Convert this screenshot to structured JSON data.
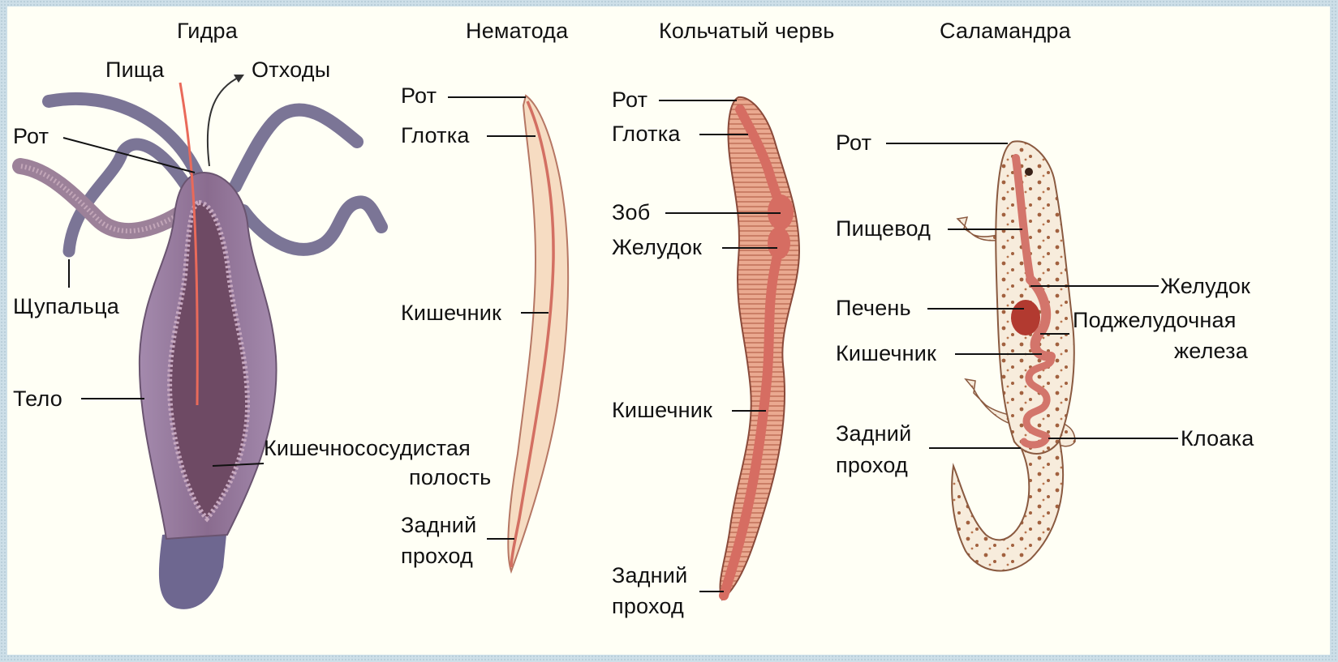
{
  "titles": {
    "hydra": "Гидра",
    "nematode": "Нематода",
    "annelid": "Кольчатый червь",
    "salamander": "Саламандра"
  },
  "hydra": {
    "food": "Пища",
    "waste": "Отходы",
    "mouth": "Рот",
    "tentacles": "Щупальца",
    "body": "Тело",
    "cavity_line1": "Кишечнососудистая",
    "cavity_line2": "полость"
  },
  "nematode": {
    "mouth": "Рот",
    "pharynx": "Глотка",
    "intestine": "Кишечник",
    "anus_line1": "Задний",
    "anus_line2": "проход"
  },
  "annelid": {
    "mouth": "Рот",
    "pharynx": "Глотка",
    "crop": "Зоб",
    "stomach": "Желудок",
    "intestine": "Кишечник",
    "anus_line1": "Задний",
    "anus_line2": "проход"
  },
  "salamander": {
    "mouth": "Рот",
    "esophagus": "Пищевод",
    "stomach": "Желудок",
    "liver": "Печень",
    "pancreas_line1": "Поджелудочная",
    "pancreas_line2": "железа",
    "intestine": "Кишечник",
    "anus_line1": "Задний",
    "anus_line2": "проход",
    "cloaca": "Клоака"
  },
  "colors": {
    "background": "#fffff5",
    "hydra_body": "#8c7396",
    "tentacle": "#7e7898",
    "gut": "#d98580",
    "nematode_body": "#f6ddc4",
    "worm_body": "#e8a68c",
    "salamander_skin": "#f6ead9",
    "salamander_spots": "#9a5c3e",
    "liver": "#b43a30"
  }
}
